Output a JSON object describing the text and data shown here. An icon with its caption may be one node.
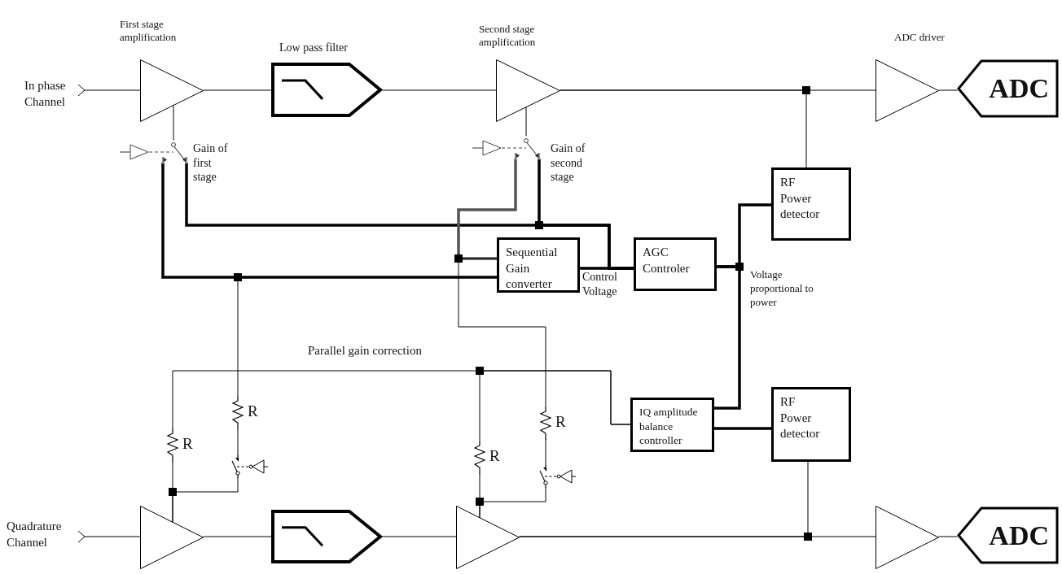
{
  "diagram": {
    "nodes": [
      {
        "text": [
          "In phase Channel"
        ]
      },
      {
        "text": [
          "First stage amplification"
        ]
      },
      {
        "text": [
          "Low pass filter"
        ]
      },
      {
        "text": [
          "Second stage amplification"
        ]
      },
      {
        "text": [
          "ADC driver"
        ]
      },
      {
        "text": [
          "ADC"
        ]
      },
      {
        "text": [
          "Gain of first stage"
        ]
      },
      {
        "text": [
          "Gain of second stage"
        ]
      },
      {
        "text": [
          "Sequential Gain converter"
        ]
      },
      {
        "text": [
          "AGC Controler"
        ]
      },
      {
        "text": [
          "RF Power detector"
        ]
      },
      {
        "text": [
          "IQ amplitude balance controller"
        ]
      },
      {
        "text": [
          "RF Power detector"
        ]
      },
      {
        "text": [
          "Quadrature Channel"
        ]
      },
      {
        "text": [],
        "shape": "triangle"
      },
      {
        "text": [],
        "shape": "pentagon"
      },
      {
        "text": [],
        "shape": "triangle"
      },
      {
        "text": [],
        "shape": "triangle"
      },
      {
        "text": [
          "ADC"
        ]
      },
      {
        "text": [
          "R"
        ]
      },
      {
        "text": [
          "R"
        ]
      },
      {
        "text": [],
        "shape": "switch"
      },
      {
        "text": [
          "R"
        ]
      },
      {
        "text": [
          "R"
        ]
      },
      {
        "text": [],
        "shape": "switch"
      }
    ],
    "edges": [
      {
        "from": 0,
        "to": 1,
        "arrow": "other"
      },
      {
        "from": 1,
        "to": 2,
        "arrow": "none"
      },
      {
        "from": 2,
        "to": 3,
        "arrow": "none"
      },
      {
        "from": 3,
        "to": 4,
        "arrow": "none"
      },
      {
        "from": 3,
        "to": 10,
        "arrow": "none"
      },
      {
        "from": 4,
        "to": 5,
        "arrow": "none"
      },
      {
        "from": 6,
        "to": 1,
        "arrow": "none"
      },
      {
        "from": 7,
        "to": 3,
        "arrow": "none"
      },
      {
        "from": 8,
        "to": 6,
        "arrow": "none",
        "style": "thick"
      },
      {
        "from": 8,
        "to": 20,
        "arrow": "none"
      },
      {
        "from": 9,
        "to": 6,
        "arrow": "none",
        "style": "thick"
      },
      {
        "from": 9,
        "to": 7,
        "arrow": "none",
        "style": "thick"
      },
      {
        "from": 9,
        "to": 8,
        "arrow": "none",
        "style": "thick"
      },
      {
        "from": 8,
        "to": 7,
        "arrow": "none",
        "style": "thick",
        "color": "#555555"
      },
      {
        "from": 8,
        "to": 23,
        "arrow": "none"
      },
      {
        "from": 10,
        "to": 9,
        "arrow": "none",
        "style": "thick"
      },
      {
        "from": 11,
        "to": 9,
        "arrow": "none",
        "style": "thick"
      },
      {
        "from": 12,
        "to": 11,
        "arrow": "none",
        "style": "thick"
      },
      {
        "from": 16,
        "to": 12,
        "arrow": "none"
      },
      {
        "from": 11,
        "to": 19,
        "arrow": "none"
      },
      {
        "from": 11,
        "to": 22,
        "arrow": "none"
      },
      {
        "from": 19,
        "to": 14,
        "arrow": "none"
      },
      {
        "from": 20,
        "to": 21,
        "arrow": "none"
      },
      {
        "from": 21,
        "to": 14,
        "arrow": "none"
      },
      {
        "from": 22,
        "to": 16,
        "arrow": "none"
      },
      {
        "from": 23,
        "to": 24,
        "arrow": "none"
      },
      {
        "from": 24,
        "to": 16,
        "arrow": "none"
      },
      {
        "from": 13,
        "to": 14,
        "arrow": "other"
      },
      {
        "from": 14,
        "to": 15,
        "arrow": "none"
      },
      {
        "from": 15,
        "to": 16,
        "arrow": "none"
      },
      {
        "from": 16,
        "to": 17,
        "arrow": "none"
      },
      {
        "from": 17,
        "to": 18,
        "arrow": "none"
      }
    ],
    "labels": [
      "Control Voltage",
      "Voltage proportional to power",
      "Parallel gain correction"
    ]
  }
}
